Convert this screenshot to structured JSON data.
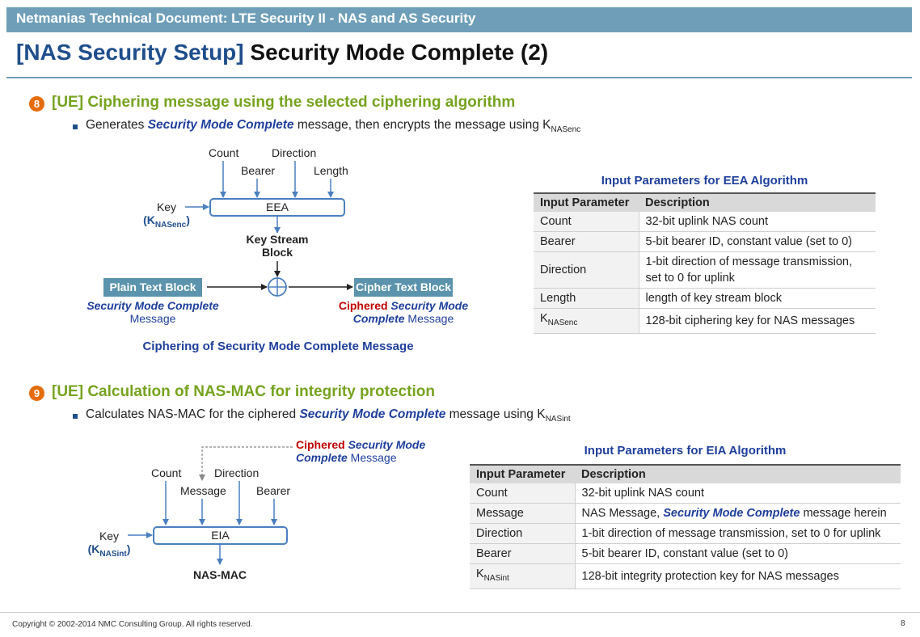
{
  "header": {
    "doc_title": "Netmanias Technical Document: LTE Security II - NAS and AS Security"
  },
  "title": {
    "bracket": "[NAS Security Setup]",
    "rest": " Security Mode Complete (2)"
  },
  "section8": {
    "num": "8",
    "heading": "[UE] Ciphering message using the selected ciphering algorithm",
    "bullet_pre": "Generates ",
    "bullet_em": "Security Mode Complete",
    "bullet_post": " message, then encrypts the message using K",
    "bullet_sub": "NASenc",
    "diagram": {
      "count": "Count",
      "direction": "Direction",
      "bearer": "Bearer",
      "length": "Length",
      "key": "Key",
      "key_open": "(K",
      "key_sub": "NASenc",
      "key_close": ")",
      "box": "EEA",
      "keystream_1": "Key Stream",
      "keystream_2": "Block",
      "plain_tag": "Plain Text Block",
      "plain_cap_em": "Security Mode Complete",
      "plain_cap_2": "Message",
      "cipher_tag": "Cipher Text Block",
      "cipher_red": "Ciphered",
      "cipher_em1": " Security Mode",
      "cipher_em2": "Complete",
      "cipher_msg": " Message",
      "xor_symbol": "⊕",
      "caption": "Ciphering of Security Mode Complete Message"
    },
    "table": {
      "title": "Input Parameters for EEA Algorithm",
      "headers": [
        "Input Parameter",
        "Description"
      ],
      "rows": [
        [
          "Count",
          "32-bit uplink NAS count"
        ],
        [
          "Bearer",
          "5-bit bearer ID, constant value (set to 0)"
        ],
        [
          "Direction",
          "1-bit direction of message transmission, set to 0 for uplink"
        ],
        [
          "Length",
          "length of key stream block"
        ],
        [
          "K",
          "128-bit ciphering key for NAS messages"
        ]
      ],
      "last_sub": "NASenc"
    }
  },
  "section9": {
    "num": "9",
    "heading": "[UE] Calculation of NAS-MAC for integrity protection",
    "bullet_pre": "Calculates NAS-MAC for the ciphered ",
    "bullet_em": "Security Mode Complete",
    "bullet_post": " message using K",
    "bullet_sub": "NASint",
    "diagram": {
      "ciph_red": "Ciphered",
      "ciph_em1": " Security Mode",
      "ciph_em2": "Complete",
      "ciph_msg": " Message",
      "count": "Count",
      "direction": "Direction",
      "message": "Message",
      "bearer": "Bearer",
      "key": "Key",
      "key_open": "(K",
      "key_sub": "NASint",
      "key_close": ")",
      "box": "EIA",
      "output": "NAS-MAC"
    },
    "table": {
      "title": "Input Parameters for EIA Algorithm",
      "headers": [
        "Input Parameter",
        "Description"
      ],
      "rows": [
        [
          "Count",
          "32-bit uplink NAS count"
        ],
        [
          "Message",
          "NAS Message, |Security Mode Complete| message herein"
        ],
        [
          "Direction",
          "1-bit direction of message transmission, set to 0 for uplink"
        ],
        [
          "Bearer",
          "5-bit bearer ID, constant value (set to 0)"
        ],
        [
          "K",
          "128-bit integrity protection key for NAS messages"
        ]
      ],
      "msg_pre": "NAS Message, ",
      "msg_em": "Security Mode Complete",
      "msg_post": " message herein",
      "last_sub": "NASint"
    }
  },
  "footer": {
    "copyright": "Copyright © 2002-2014 NMC Consulting Group. All rights reserved.",
    "page": "8"
  },
  "colors": {
    "header_bar": "#6f9fb8",
    "accent_green": "#76a31f",
    "accent_orange": "#e46c0a",
    "title_blue": "#1f4e8c",
    "cipher_red": "#c00000"
  }
}
